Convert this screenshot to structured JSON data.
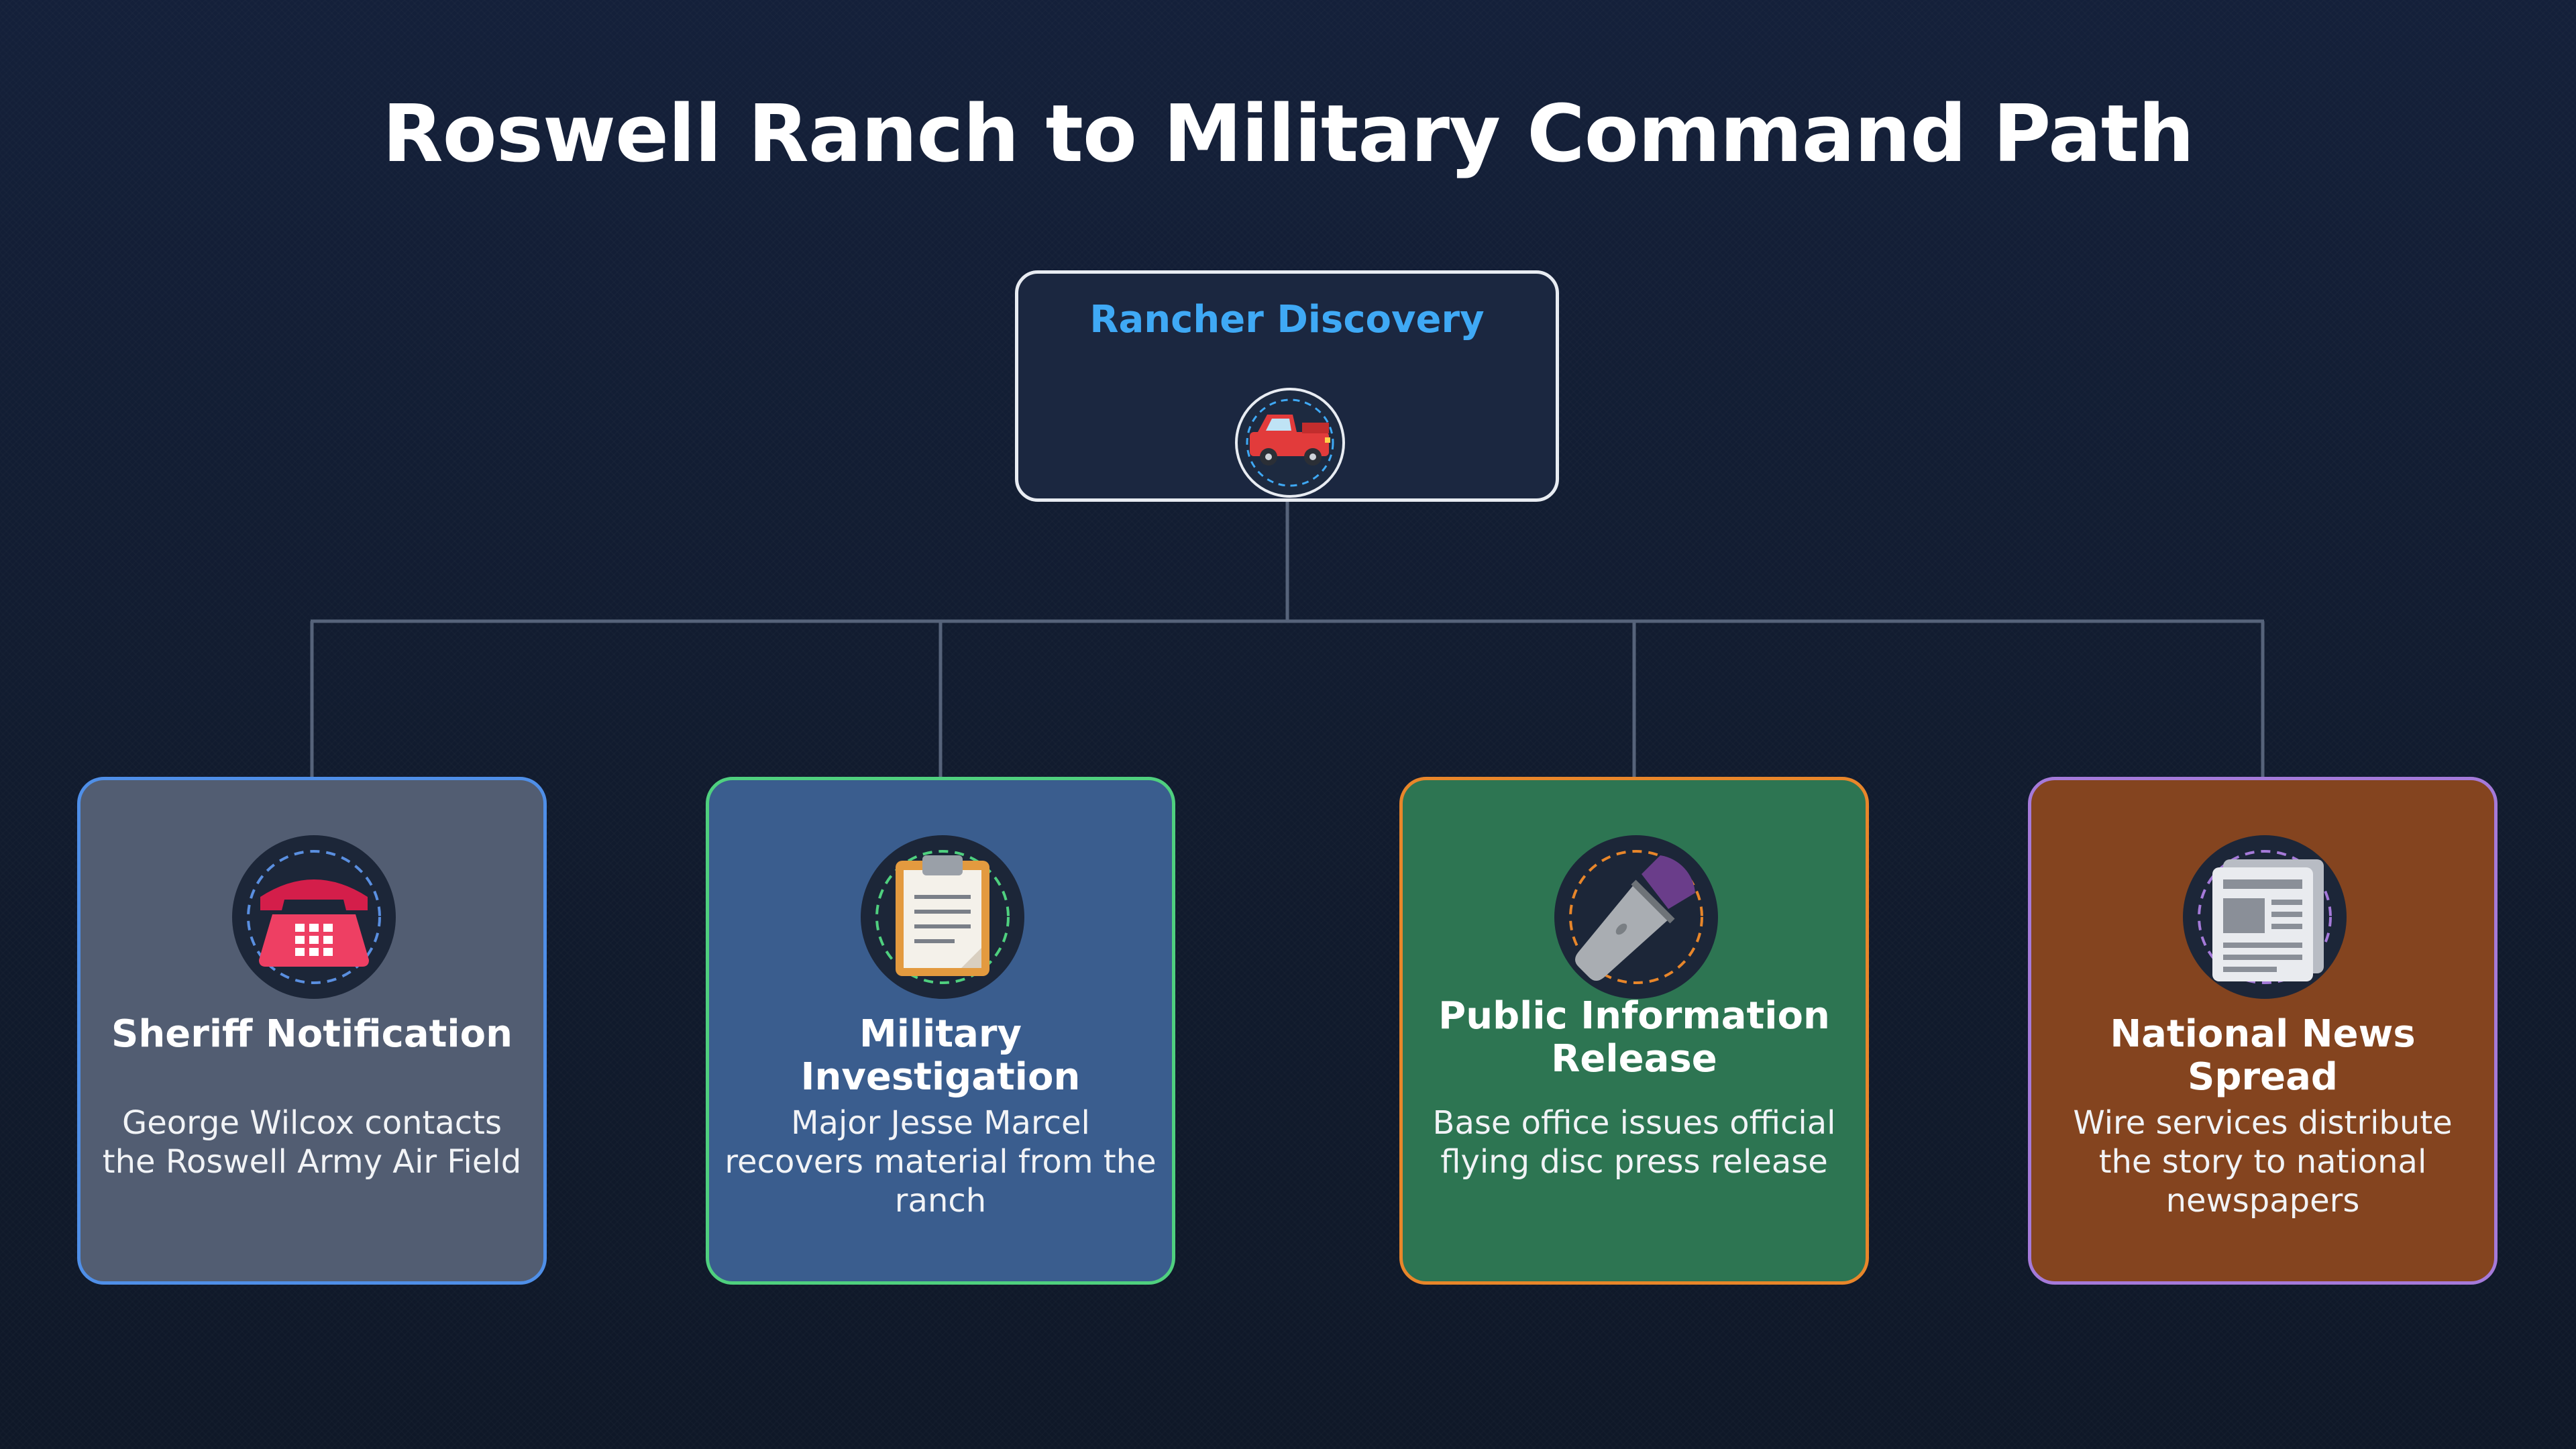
{
  "title": "Roswell Ranch to Military Command Path",
  "root": {
    "label": "Rancher Discovery",
    "icon": "pickup-truck-icon"
  },
  "nodes": [
    {
      "title": "Sheriff Notification",
      "description": "George Wilcox contacts the Roswell Army Air Field",
      "icon": "telephone-icon",
      "fill": "#525d72",
      "border": "#4f8fe8"
    },
    {
      "title": "Military Investigation",
      "description": "Major Jesse Marcel recovers material from the ranch",
      "icon": "clipboard-icon",
      "fill": "#3a5d8e",
      "border": "#4fd07f"
    },
    {
      "title": "Public Information Release",
      "description": "Base office issues official flying disc press release",
      "icon": "microphone-icon",
      "fill": "#2d7552",
      "border": "#e8862a"
    },
    {
      "title": "National News Spread",
      "description": "Wire services distribute the story to national newspapers",
      "icon": "newspaper-icon",
      "fill": "#84441f",
      "border": "#a57ad9"
    }
  ]
}
